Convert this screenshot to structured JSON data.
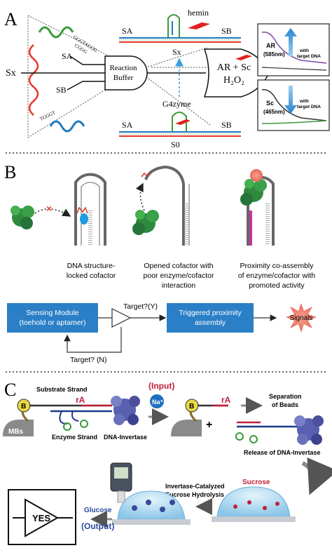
{
  "panelA": {
    "label": "A",
    "sx": "Sx",
    "seq_top": "GGGTAGGG",
    "seq_top2": "CGGG",
    "seq_bottom": "TGGGT",
    "sa": "SA",
    "sb": "SB",
    "reaction_buffer_line1": "Reaction",
    "reaction_buffer_line2": "Buffer",
    "gate_line1": "AR + Sc",
    "gate_line2": "H₂O₂",
    "hemin": "hemin",
    "sx_complex": "Sx",
    "g4zyme": "G4zyme",
    "s0": "S0",
    "ar_label": "AR",
    "ar_wavelength": "(585nm)",
    "ar_note_line1": "with",
    "ar_note_line2": "target DNA",
    "sc_label": "Sc",
    "sc_wavelength": "(465nm)",
    "sc_note_line1": "with",
    "sc_note_line2": "target DNA"
  },
  "panelB": {
    "label": "B",
    "caption1_line1": "DNA structure-",
    "caption1_line2": "locked cofactor",
    "caption2_line1": "Opened cofactor with",
    "caption2_line2": "poor enzyme/cofactor",
    "caption2_line3": "interaction",
    "caption3_line1": "Proximity co-assembly",
    "caption3_line2": "of enzyme/cofactor with",
    "caption3_line3": "promoted activity",
    "sensing_line1": "Sensing Module",
    "sensing_line2": "(toehold or aptamer)",
    "target_yes": "Target?(Y)",
    "triggered_line1": "Triggered proximity",
    "triggered_line2": "assembly",
    "signals": "Signals",
    "target_no": "Target? (N)",
    "colors": {
      "box": "#2a7fc6",
      "stem": "#c0389a",
      "starburst": "#f28a7a"
    }
  },
  "panelC": {
    "label": "C",
    "substrate_strand": "Substrate Strand",
    "ra1": "rA",
    "input": "(Input)",
    "na": "Na⁺",
    "b1": "B",
    "mbs": "MBs",
    "enzyme_strand": "Enzyme Strand",
    "dna_invertase1": "DNA-Invertase",
    "b2": "B",
    "ra2": "rA",
    "plus": "+",
    "separation_line1": "Separation",
    "separation_line2": "of Beads",
    "release": "Release of DNA-Invertase",
    "sucrose": "Sucrose",
    "hydrolysis_line1": "Invertase-Catalyzed",
    "hydrolysis_line2": "Sucrose Hydrolysis",
    "glucose": "Glucose",
    "output": "(Output)",
    "yes": "YES",
    "colors": {
      "input": "#c0203a",
      "sucrose": "#c0203a",
      "output": "#2a4a9a",
      "bead": "#e8d840"
    }
  }
}
